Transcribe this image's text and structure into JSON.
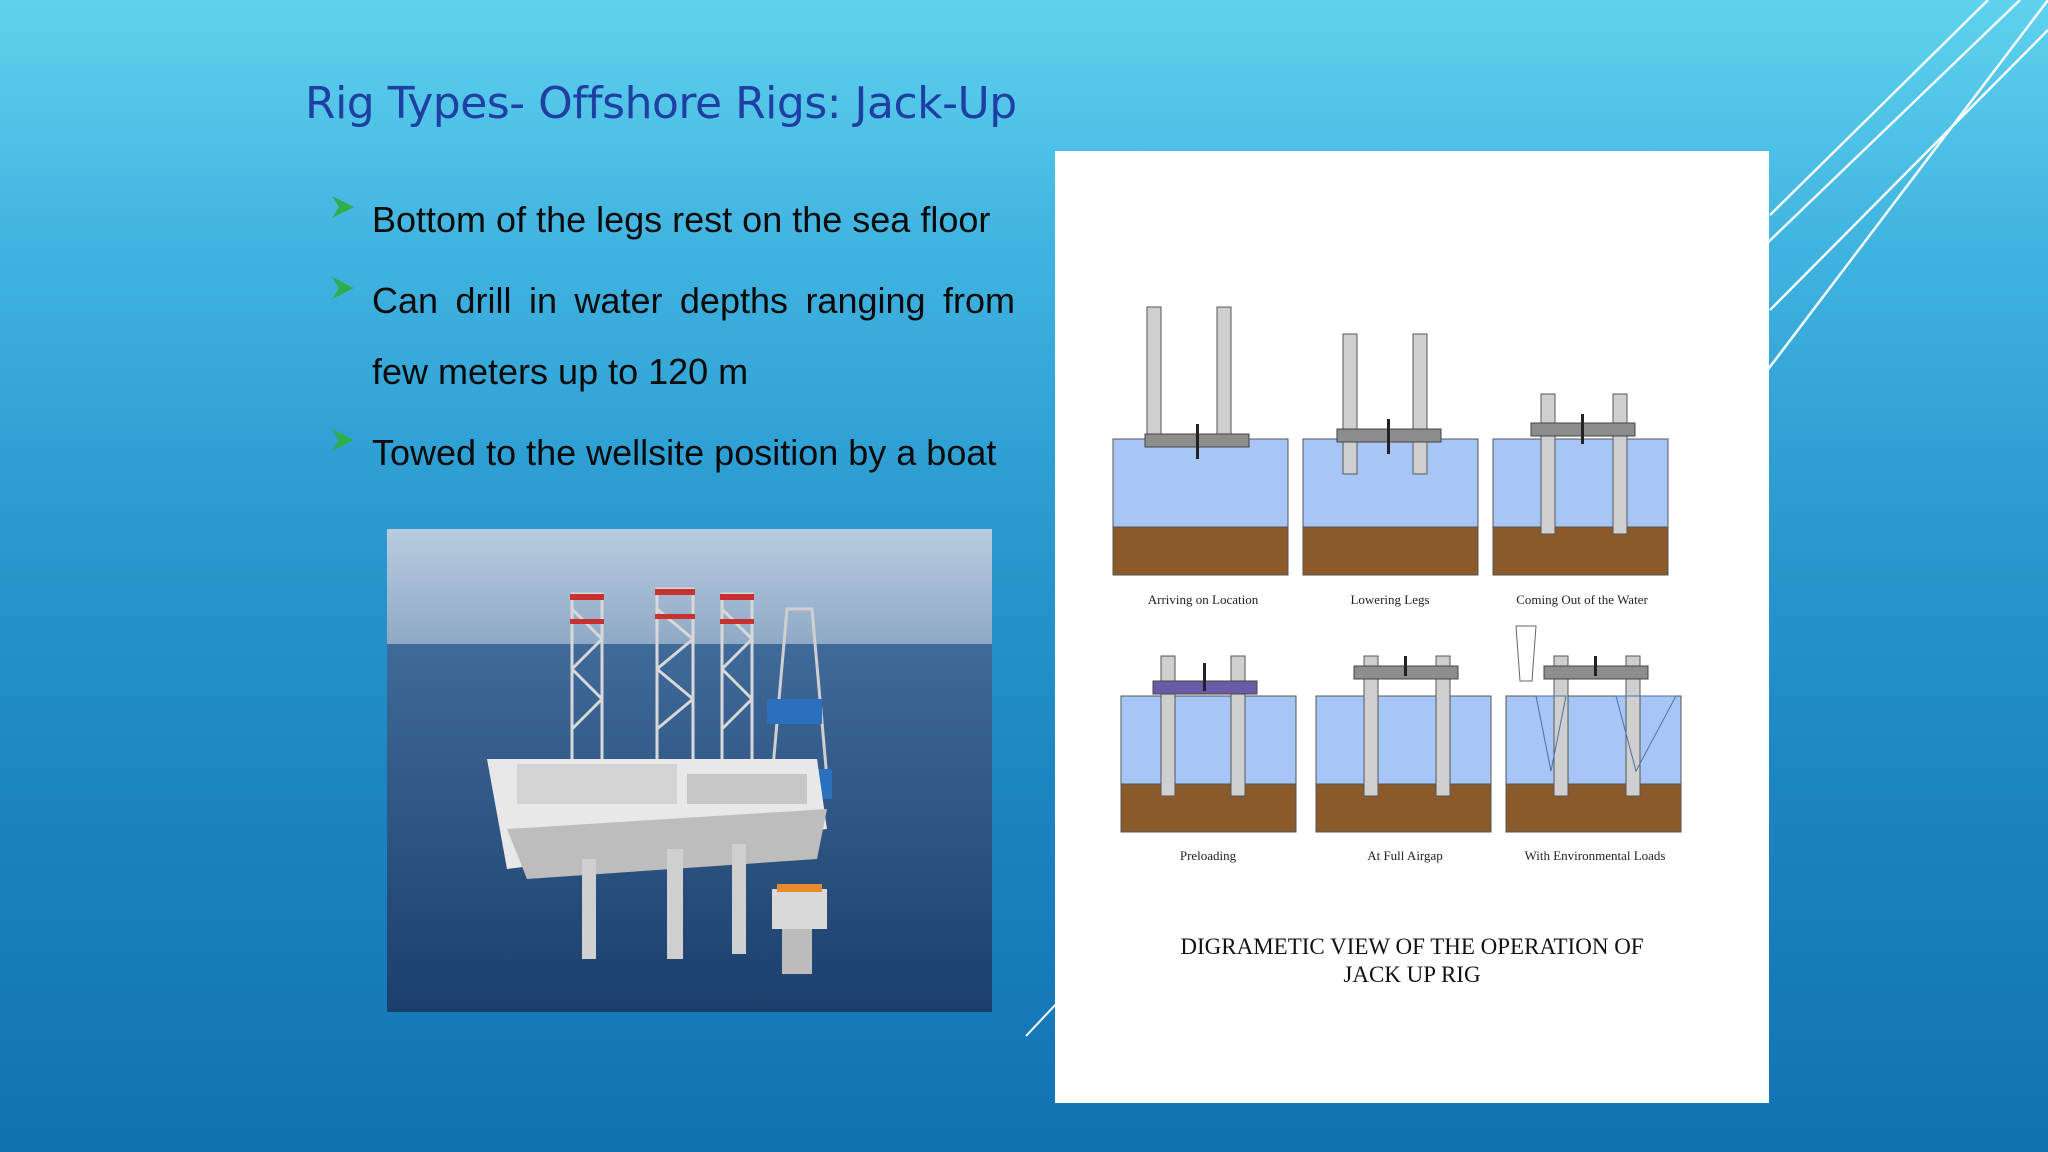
{
  "slide": {
    "title": "Rig Types- Offshore Rigs: Jack-Up",
    "bullets": [
      "Bottom of the legs rest on the sea floor",
      "Can drill in water depths ranging from few meters up to 120 m",
      "Towed to the wellsite position by a boat"
    ],
    "bullet_icon": "green-arrow-icon",
    "accent_color": "#2fae4a",
    "title_color": "#1f3fa3"
  },
  "photo": {
    "icon": "jack-up-rig-photo"
  },
  "diagram": {
    "stages": [
      "Arriving on Location",
      "Lowering Legs",
      "Coming Out of the Water",
      "Preloading",
      "At Full Airgap",
      "With Environmental Loads"
    ],
    "caption_line1": "DIGRAMETIC VIEW OF THE OPERATION OF",
    "caption_line2": "JACK UP RIG"
  }
}
